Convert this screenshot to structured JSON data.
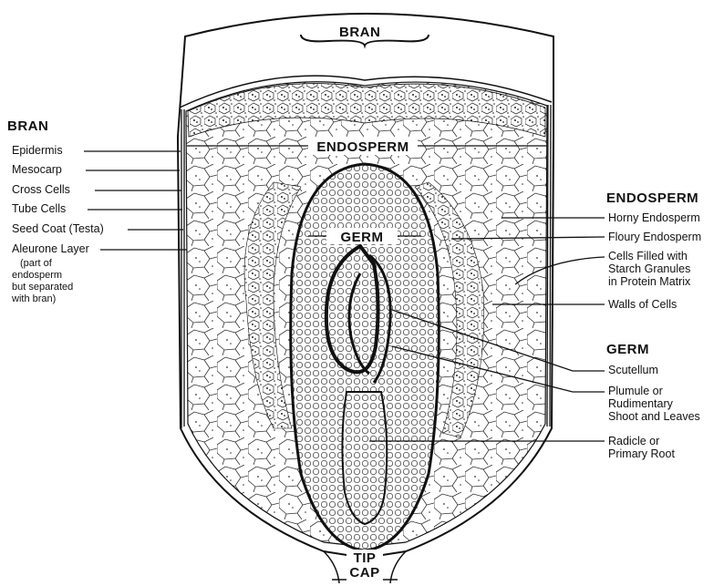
{
  "diagram": {
    "top_label": "BRAN",
    "center_labels": {
      "endosperm": "ENDOSPERM",
      "germ": "GERM",
      "tip_cap_1": "TIP",
      "tip_cap_2": "CAP"
    },
    "left": {
      "heading": "BRAN",
      "items": [
        "Epidermis",
        "Mesocarp",
        "Cross Cells",
        "Tube Cells",
        "Seed Coat (Testa)",
        "Aleurone Layer"
      ],
      "aleurone_note": [
        "(part of",
        "endosperm",
        "but separated",
        "with bran)"
      ]
    },
    "right": {
      "endosperm_heading": "ENDOSPERM",
      "endosperm_items": [
        [
          "Horny Endosperm"
        ],
        [
          "Floury Endosperm"
        ],
        [
          "Cells Filled with",
          "Starch Granules",
          "in Protein Matrix"
        ],
        [
          "Walls of Cells"
        ]
      ],
      "germ_heading": "GERM",
      "germ_items": [
        [
          "Scutellum"
        ],
        [
          "Plumule or",
          "Rudimentary",
          "Shoot and Leaves"
        ],
        [
          "Radicle or",
          "Primary Root"
        ]
      ]
    }
  }
}
